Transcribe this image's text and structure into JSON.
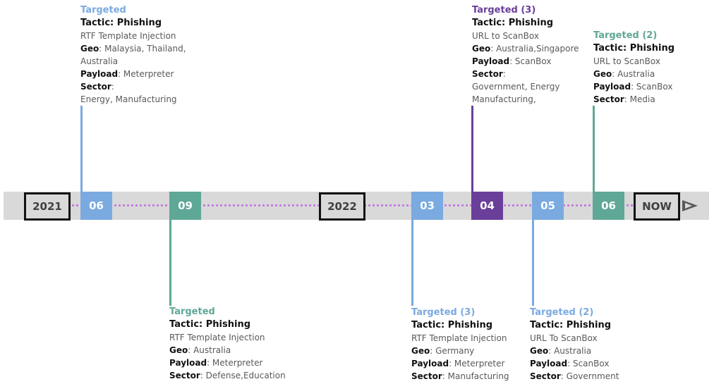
{
  "colors": {
    "blue": "#7aaae0",
    "teal": "#5fa796",
    "purple": "#6a3f9a",
    "band": "#d9d9d9",
    "dots": "#c77ee0"
  },
  "timeline": {
    "years": [
      "2021",
      "2022"
    ],
    "now_label": "NOW",
    "months": [
      "06",
      "09",
      "03",
      "04",
      "05",
      "06"
    ]
  },
  "events": [
    {
      "month": "06",
      "year": "2021",
      "targeted": "Targeted",
      "tactic": "Tactic: Phishing",
      "method": "RTF Template Injection",
      "geo_key": "Geo",
      "geo": ": Malaysia, Thailand,",
      "geo2": "Australia",
      "payload_key": "Payload",
      "payload": ": Meterpreter",
      "sector_key": "Sector",
      "sector": ":",
      "sector2": "Energy, Manufacturing"
    },
    {
      "month": "09",
      "year": "2021",
      "targeted": "Targeted",
      "tactic": "Tactic: Phishing",
      "method": "RTF Template Injection",
      "geo_key": "Geo",
      "geo": ": Australia",
      "payload_key": "Payload",
      "payload": ": Meterpreter",
      "sector_key": "Sector",
      "sector": ": Defense,Education"
    },
    {
      "month": "03",
      "year": "2022",
      "targeted": "Targeted (3)",
      "tactic": "Tactic: Phishing",
      "method": "RTF Template Injection",
      "geo_key": "Geo",
      "geo": ": Germany",
      "payload_key": "Payload",
      "payload": ": Meterpreter",
      "sector_key": "Sector",
      "sector": ": Manufacturing"
    },
    {
      "month": "04",
      "year": "2022",
      "targeted": "Targeted (3)",
      "tactic": "Tactic: Phishing",
      "method": "URL to ScanBox",
      "geo_key": "Geo",
      "geo": ": Australia,Singapore",
      "payload_key": "Payload",
      "payload": ": ScanBox",
      "sector_key": "Sector",
      "sector": ":",
      "sector2": "Government, Energy",
      "sector3": "Manufacturing,"
    },
    {
      "month": "05",
      "year": "2022",
      "targeted": "Targeted (2)",
      "tactic": "Tactic: Phishing",
      "method": "URL To ScanBox",
      "geo_key": "Geo",
      "geo": ": Australia",
      "payload_key": "Payload",
      "payload": ": ScanBox",
      "sector_key": "Sector",
      "sector": ": Government"
    },
    {
      "month": "06",
      "year": "2022",
      "targeted": "Targeted (2)",
      "tactic": "Tactic: Phishing",
      "method": "URL to ScanBox",
      "geo_key": "Geo",
      "geo": ": Australia",
      "payload_key": "Payload",
      "payload": ": ScanBox",
      "sector_key": "Sector",
      "sector": ": Media"
    }
  ]
}
